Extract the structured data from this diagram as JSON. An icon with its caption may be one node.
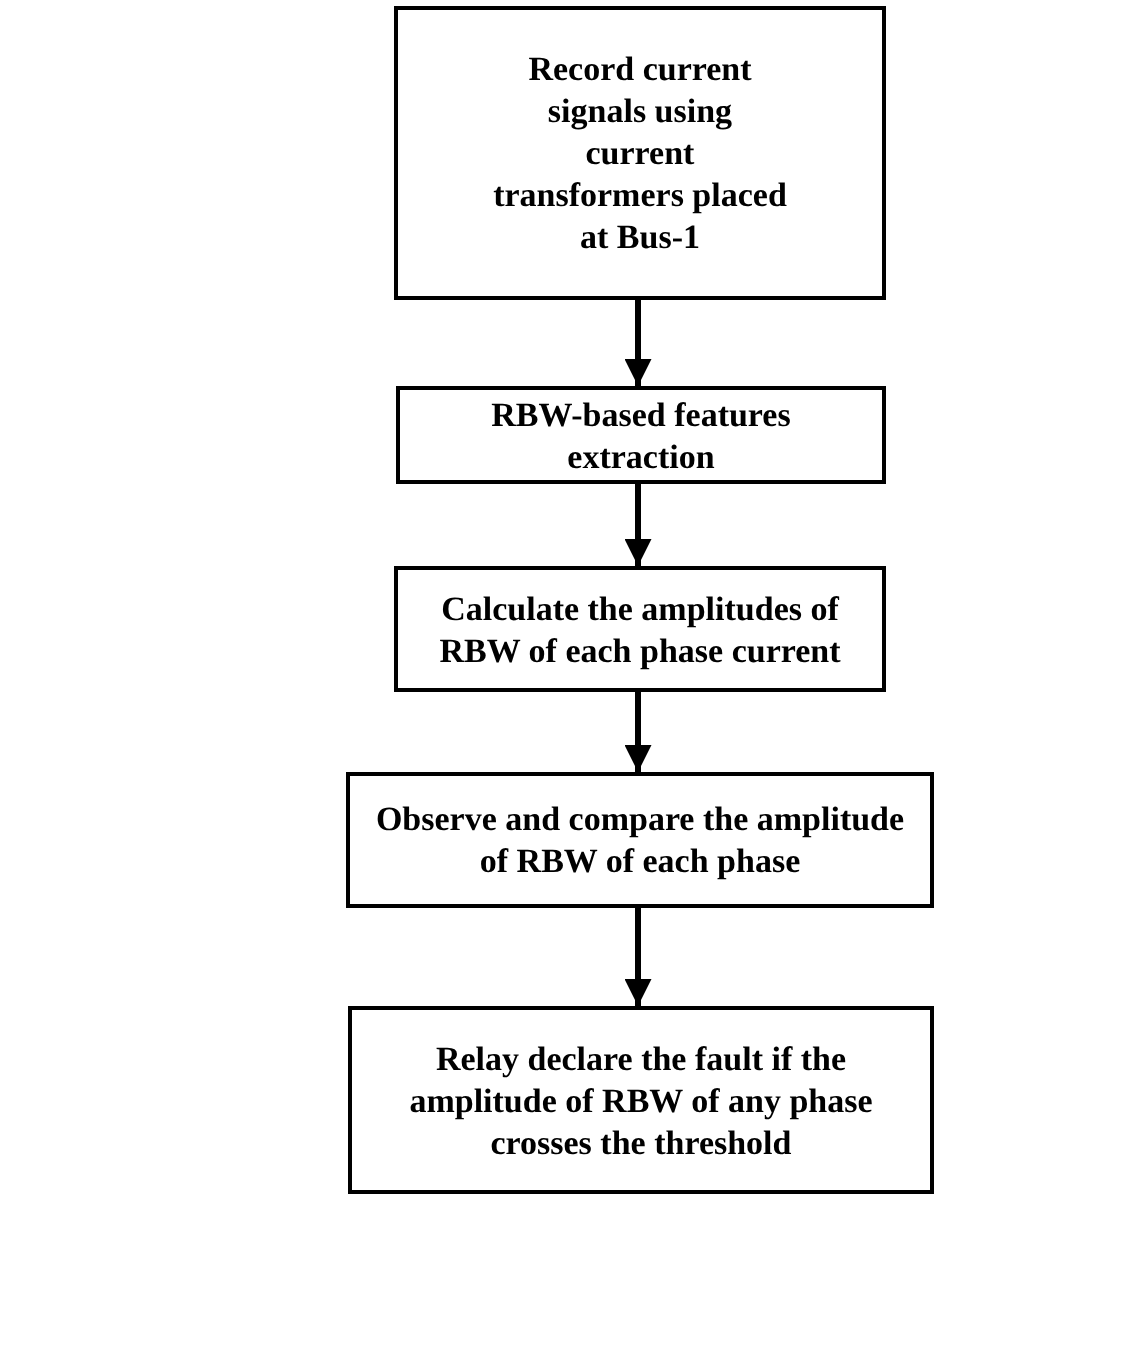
{
  "diagram": {
    "nodes": [
      {
        "text": [
          "Record current signals using current transformers placed at Bus-1"
        ]
      },
      {
        "text": [
          "RBW-based features extraction"
        ]
      },
      {
        "text": [
          "Calculate the amplitudes of RBW of each phase current"
        ]
      },
      {
        "text": [
          "Observe and compare the amplitude of RBW of each phase"
        ]
      },
      {
        "text": [
          "Relay declare the fault if the amplitude of RBW of any phase crosses the threshold"
        ]
      }
    ],
    "edges": [
      {
        "from": 0,
        "to": 1,
        "arrow": "to"
      },
      {
        "from": 1,
        "to": 2,
        "arrow": "to"
      },
      {
        "from": 2,
        "to": 3,
        "arrow": "to"
      },
      {
        "from": 3,
        "to": 4,
        "arrow": "to"
      }
    ]
  }
}
